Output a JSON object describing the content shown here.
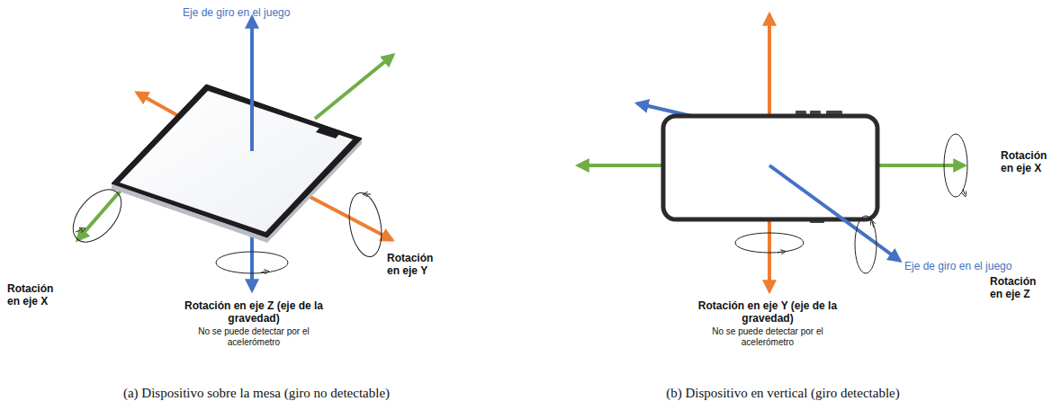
{
  "diagram": {
    "labels": [
      "Eje de giro en el juego",
      "Rotación en eje X",
      "Rotación en eje Y",
      "Rotación en eje Z (eje de la gravedad)",
      "No se puede detectar por el acelerómetro",
      "(a) Dispositivo sobre la mesa (giro no detectable)",
      "Rotación en eje X",
      "Eje de giro en el juego",
      "Rotación en eje Z",
      "Rotación en eje Y (eje de la gravedad)",
      "No se puede detectar por el acelerómetro",
      "(b) Dispositivo en vertical (giro detectable)"
    ]
  }
}
